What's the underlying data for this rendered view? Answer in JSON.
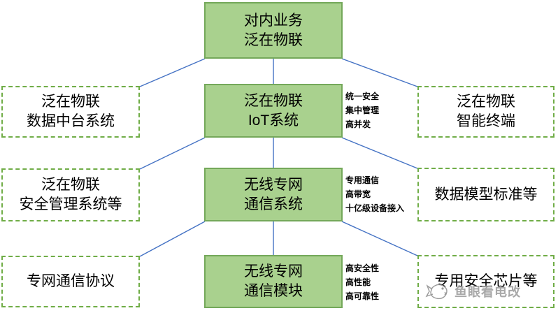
{
  "colors": {
    "box_fill": "#a9d18e",
    "box_border": "#74a85a",
    "dashed_border": "#70ad47",
    "connector": "#4472c4",
    "text": "#000000",
    "watermark": "#9a9a9a"
  },
  "nodes": {
    "top": "对内业务\n泛在物联",
    "row2_left": "泛在物联\n数据中台系统",
    "row2_center": "泛在物联\nIoT系统",
    "row2_note": "统一安全\n集中管理\n高并发",
    "row2_right": "泛在物联\n智能终端",
    "row3_left": "泛在物联\n安全管理系统等",
    "row3_center": "无线专网\n通信系统",
    "row3_note": "专用通信\n高带宽\n十亿级设备接入",
    "row3_right": "数据模型标准等",
    "row4_left": "专网通信协议",
    "row4_center": "无线专网\n通信模块",
    "row4_note": "高安全性\n高性能\n高可靠性",
    "row4_right": "专用安全芯片等"
  },
  "watermark": {
    "text": "鱼眼看电改",
    "icon": "fish-logo"
  }
}
